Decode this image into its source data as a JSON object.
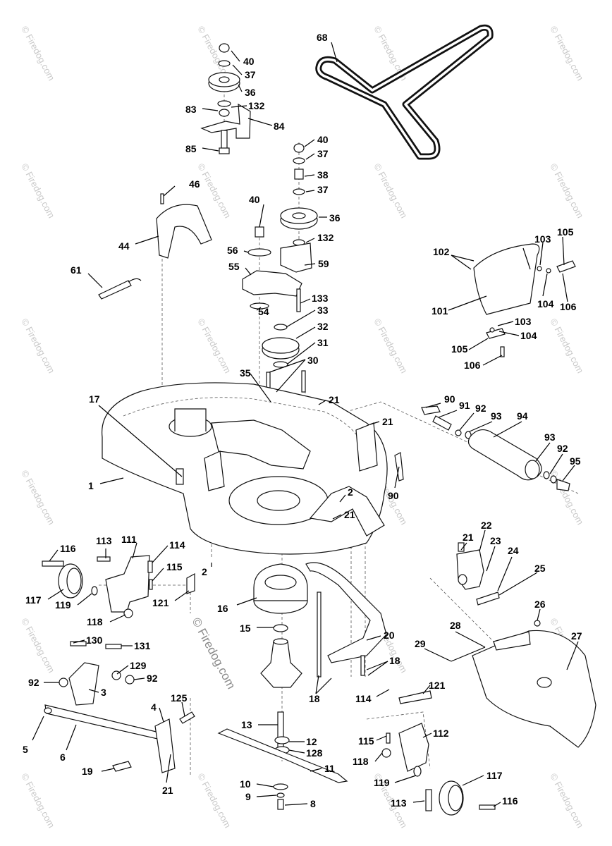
{
  "watermark": {
    "text": "© Firedog.com",
    "center_text": "© Firedog.com",
    "color": "#c9c9c9"
  },
  "callouts": [
    {
      "id": "lbl-40a",
      "text": "40"
    },
    {
      "id": "lbl-37a",
      "text": "37"
    },
    {
      "id": "lbl-36a",
      "text": "36"
    },
    {
      "id": "lbl-83",
      "text": "83"
    },
    {
      "id": "lbl-132a",
      "text": "132"
    },
    {
      "id": "lbl-84",
      "text": "84"
    },
    {
      "id": "lbl-85",
      "text": "85"
    },
    {
      "id": "lbl-68",
      "text": "68"
    },
    {
      "id": "lbl-40b",
      "text": "40"
    },
    {
      "id": "lbl-37b",
      "text": "37"
    },
    {
      "id": "lbl-38",
      "text": "38"
    },
    {
      "id": "lbl-37c",
      "text": "37"
    },
    {
      "id": "lbl-40c",
      "text": "40"
    },
    {
      "id": "lbl-36b",
      "text": "36"
    },
    {
      "id": "lbl-132b",
      "text": "132"
    },
    {
      "id": "lbl-46",
      "text": "46"
    },
    {
      "id": "lbl-44",
      "text": "44"
    },
    {
      "id": "lbl-56",
      "text": "56"
    },
    {
      "id": "lbl-55",
      "text": "55"
    },
    {
      "id": "lbl-59",
      "text": "59"
    },
    {
      "id": "lbl-61",
      "text": "61"
    },
    {
      "id": "lbl-133",
      "text": "133"
    },
    {
      "id": "lbl-54",
      "text": "54"
    },
    {
      "id": "lbl-33",
      "text": "33"
    },
    {
      "id": "lbl-32",
      "text": "32"
    },
    {
      "id": "lbl-31",
      "text": "31"
    },
    {
      "id": "lbl-30",
      "text": "30"
    },
    {
      "id": "lbl-35",
      "text": "35"
    },
    {
      "id": "lbl-102",
      "text": "102"
    },
    {
      "id": "lbl-103a",
      "text": "103"
    },
    {
      "id": "lbl-105a",
      "text": "105"
    },
    {
      "id": "lbl-101",
      "text": "101"
    },
    {
      "id": "lbl-104a",
      "text": "104"
    },
    {
      "id": "lbl-106a",
      "text": "106"
    },
    {
      "id": "lbl-103b",
      "text": "103"
    },
    {
      "id": "lbl-104b",
      "text": "104"
    },
    {
      "id": "lbl-105b",
      "text": "105"
    },
    {
      "id": "lbl-106b",
      "text": "106"
    },
    {
      "id": "lbl-17",
      "text": "17"
    },
    {
      "id": "lbl-21a",
      "text": "21"
    },
    {
      "id": "lbl-21b",
      "text": "21"
    },
    {
      "id": "lbl-90a",
      "text": "90"
    },
    {
      "id": "lbl-91",
      "text": "91"
    },
    {
      "id": "lbl-92a",
      "text": "92"
    },
    {
      "id": "lbl-93a",
      "text": "93"
    },
    {
      "id": "lbl-94",
      "text": "94"
    },
    {
      "id": "lbl-93b",
      "text": "93"
    },
    {
      "id": "lbl-92b",
      "text": "92"
    },
    {
      "id": "lbl-95",
      "text": "95"
    },
    {
      "id": "lbl-1",
      "text": "1"
    },
    {
      "id": "lbl-90b",
      "text": "90"
    },
    {
      "id": "lbl-2a",
      "text": "2"
    },
    {
      "id": "lbl-21c",
      "text": "21"
    },
    {
      "id": "lbl-21d",
      "text": "21"
    },
    {
      "id": "lbl-22",
      "text": "22"
    },
    {
      "id": "lbl-23",
      "text": "23"
    },
    {
      "id": "lbl-24",
      "text": "24"
    },
    {
      "id": "lbl-25",
      "text": "25"
    },
    {
      "id": "lbl-113a",
      "text": "113"
    },
    {
      "id": "lbl-111",
      "text": "111"
    },
    {
      "id": "lbl-114a",
      "text": "114"
    },
    {
      "id": "lbl-116a",
      "text": "116"
    },
    {
      "id": "lbl-115a",
      "text": "115"
    },
    {
      "id": "lbl-2b",
      "text": "2"
    },
    {
      "id": "lbl-117a",
      "text": "117"
    },
    {
      "id": "lbl-119a",
      "text": "119"
    },
    {
      "id": "lbl-121a",
      "text": "121"
    },
    {
      "id": "lbl-16",
      "text": "16"
    },
    {
      "id": "lbl-118a",
      "text": "118"
    },
    {
      "id": "lbl-26",
      "text": "26"
    },
    {
      "id": "lbl-15",
      "text": "15"
    },
    {
      "id": "lbl-20",
      "text": "20"
    },
    {
      "id": "lbl-28",
      "text": "28"
    },
    {
      "id": "lbl-27",
      "text": "27"
    },
    {
      "id": "lbl-130",
      "text": "130"
    },
    {
      "id": "lbl-131",
      "text": "131"
    },
    {
      "id": "lbl-29",
      "text": "29"
    },
    {
      "id": "lbl-129",
      "text": "129"
    },
    {
      "id": "lbl-18a",
      "text": "18"
    },
    {
      "id": "lbl-92c",
      "text": "92"
    },
    {
      "id": "lbl-92d",
      "text": "92"
    },
    {
      "id": "lbl-3",
      "text": "3"
    },
    {
      "id": "lbl-18b",
      "text": "18"
    },
    {
      "id": "lbl-114b",
      "text": "114"
    },
    {
      "id": "lbl-121b",
      "text": "121"
    },
    {
      "id": "lbl-125",
      "text": "125"
    },
    {
      "id": "lbl-4",
      "text": "4"
    },
    {
      "id": "lbl-13",
      "text": "13"
    },
    {
      "id": "lbl-112",
      "text": "112"
    },
    {
      "id": "lbl-5",
      "text": "5"
    },
    {
      "id": "lbl-12",
      "text": "12"
    },
    {
      "id": "lbl-115b",
      "text": "115"
    },
    {
      "id": "lbl-6",
      "text": "6"
    },
    {
      "id": "lbl-128",
      "text": "128"
    },
    {
      "id": "lbl-118b",
      "text": "118"
    },
    {
      "id": "lbl-11",
      "text": "11"
    },
    {
      "id": "lbl-19",
      "text": "19"
    },
    {
      "id": "lbl-117b",
      "text": "117"
    },
    {
      "id": "lbl-21e",
      "text": "21"
    },
    {
      "id": "lbl-10",
      "text": "10"
    },
    {
      "id": "lbl-119b",
      "text": "119"
    },
    {
      "id": "lbl-9",
      "text": "9"
    },
    {
      "id": "lbl-113b",
      "text": "113"
    },
    {
      "id": "lbl-116b",
      "text": "116"
    },
    {
      "id": "lbl-8",
      "text": "8"
    }
  ]
}
